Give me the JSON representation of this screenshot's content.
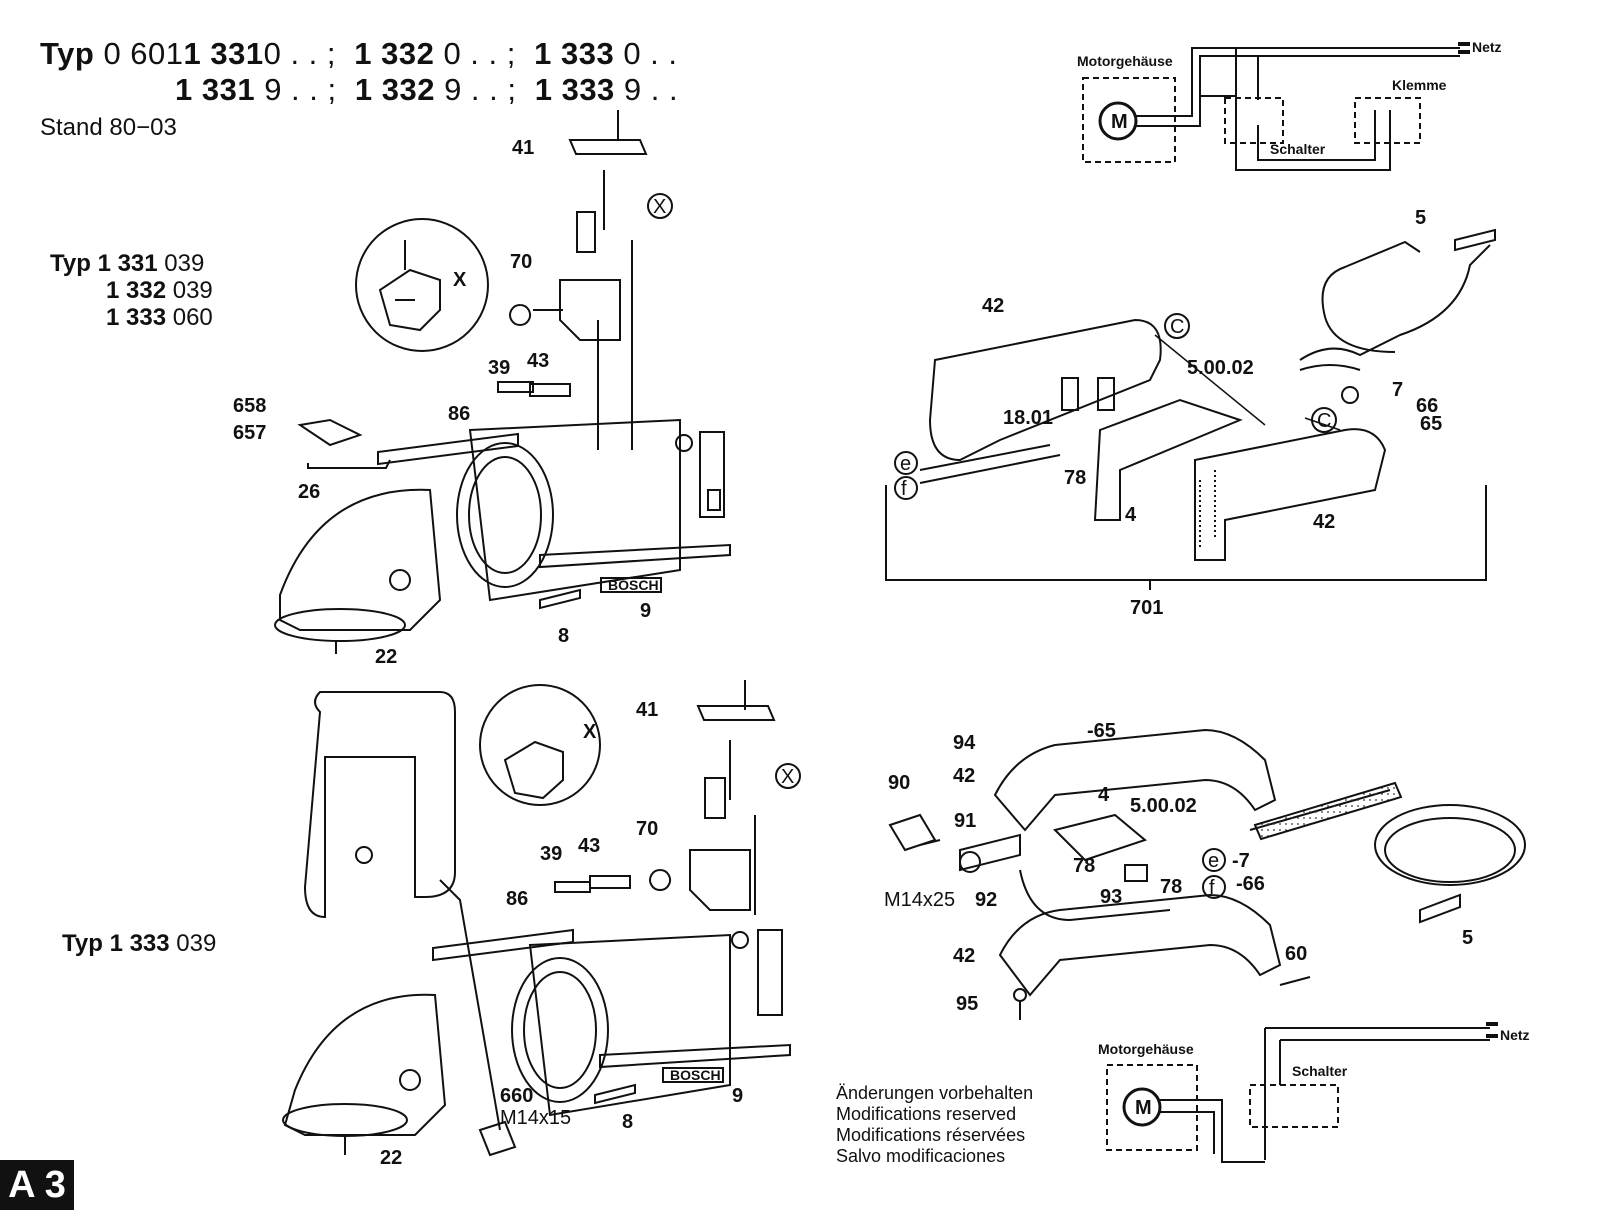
{
  "header": {
    "typ_word": "Typ",
    "line1_prefix": "0 601",
    "line1_a_bold": "1 331",
    "line1_a_rest": "0 . . ;",
    "line1_b_bold": "1 332",
    "line1_b_rest": "0 . . ;",
    "line1_c_bold": "1 333",
    "line1_c_rest": "0 . .",
    "line2_a_bold": "1 331",
    "line2_a_rest": "9 . . ;",
    "line2_b_bold": "1 332",
    "line2_b_rest": "9 . . ;",
    "line2_c_bold": "1 333",
    "line2_c_rest": "9 . .",
    "stand": "Stand 80−03"
  },
  "variant_upper": {
    "typ_word": "Typ",
    "rows": [
      {
        "bold": "1 331",
        "rest": "039"
      },
      {
        "bold": "1 332",
        "rest": "039"
      },
      {
        "bold": "1 333",
        "rest": "060"
      }
    ]
  },
  "variant_lower": {
    "typ_word": "Typ",
    "bold": "1 333",
    "rest": "039"
  },
  "wiring_upper": {
    "motor_label": "Motorgehäuse",
    "motor_symbol": "M",
    "netz": "Netz",
    "klemme": "Klemme",
    "schalter": "Schalter"
  },
  "wiring_lower": {
    "motor_label": "Motorgehäuse",
    "motor_symbol": "M",
    "netz": "Netz",
    "schalter": "Schalter"
  },
  "parts_upper_left": {
    "p41": "41",
    "pX": "X",
    "p70": "70",
    "p39": "39",
    "p43": "43",
    "p658": "658",
    "p657": "657",
    "p86": "86",
    "p26": "26",
    "p8": "8",
    "p9": "9",
    "p22": "22",
    "brand": "BOSCH",
    "detail_x": "X"
  },
  "parts_upper_right": {
    "p5": "5",
    "p42a": "42",
    "pC1": "C",
    "p50002": "5.00.02",
    "p7": "7",
    "p66": "66",
    "p65": "65",
    "pC2": "C",
    "p1801": "18.01",
    "pe": "e",
    "pf": "f",
    "p78": "78",
    "p4": "4",
    "p42b": "42",
    "p701": "701"
  },
  "parts_lower_left": {
    "p41": "41",
    "pX": "X",
    "p70": "70",
    "p39": "39",
    "p43": "43",
    "p86": "86",
    "p660": "660",
    "pm1415": "M14x15",
    "p8": "8",
    "p9": "9",
    "p22": "22",
    "brand": "BOSCH",
    "detail_x": "X"
  },
  "parts_lower_right": {
    "p94": "94",
    "p65": "-65",
    "p42a": "42",
    "p90": "90",
    "p91": "91",
    "p4": "4",
    "p50002": "5.00.02",
    "p78a": "78",
    "pe": "e",
    "p7": "-7",
    "pm1425": "M14x25",
    "p92": "92",
    "p93": "93",
    "p78b": "78",
    "pf": "f",
    "p66": "-66",
    "p5": "5",
    "p42b": "42",
    "p60": "60",
    "p95": "95"
  },
  "notes": [
    "Änderungen vorbehalten",
    "Modifications reserved",
    "Modifications réservées",
    "Salvo modificaciones"
  ],
  "page_badge": "A 3"
}
